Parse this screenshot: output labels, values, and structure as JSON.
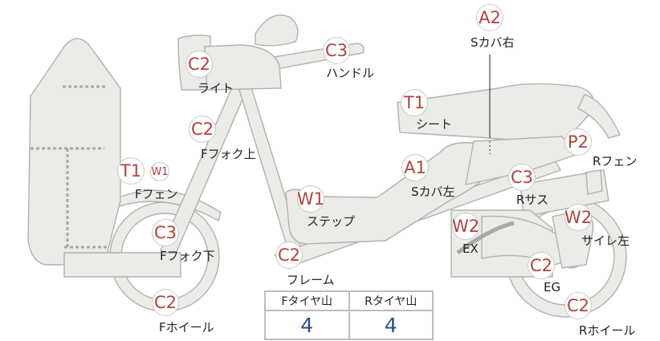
{
  "colors": {
    "code": "#b2433d",
    "label": "#222222",
    "part_fill": "#ebebe8",
    "part_stroke": "#b2b2ae",
    "tire_value": "#2b4e88"
  },
  "parts": [
    {
      "id": "s-cover-right",
      "code": "A2",
      "label": "Sカバ右"
    },
    {
      "id": "handle",
      "code": "C3",
      "label": "ハンドル"
    },
    {
      "id": "light",
      "code": "C2",
      "label": "ライト"
    },
    {
      "id": "seat",
      "code": "T1",
      "label": "シート"
    },
    {
      "id": "f-fork-upper",
      "code": "C2",
      "label": "Fフォク上"
    },
    {
      "id": "r-fender",
      "code": "P2",
      "label": "Rフェン"
    },
    {
      "id": "f-fender",
      "code": "T1",
      "code2": "W1",
      "label": "Fフェン"
    },
    {
      "id": "s-cover-left",
      "code": "A1",
      "label": "Sカバ左"
    },
    {
      "id": "r-suspension",
      "code": "C3",
      "label": "Rサス"
    },
    {
      "id": "step",
      "code": "W1",
      "label": "ステップ"
    },
    {
      "id": "muffler-left",
      "code": "W2",
      "label": "サイレ左"
    },
    {
      "id": "exhaust",
      "code": "W2",
      "label": "EX"
    },
    {
      "id": "f-fork-lower",
      "code": "C3",
      "label": "Fフォク下"
    },
    {
      "id": "frame",
      "code": "C2",
      "label": "フレーム"
    },
    {
      "id": "engine",
      "code": "C2",
      "label": "EG"
    },
    {
      "id": "f-wheel",
      "code": "C2",
      "label": "Fホイール"
    },
    {
      "id": "r-wheel",
      "code": "C2",
      "label": "Rホイール"
    }
  ],
  "tire_table": {
    "front_header": "Fタイヤ山",
    "rear_header": "Rタイヤ山",
    "front_value": "4",
    "rear_value": "4"
  }
}
